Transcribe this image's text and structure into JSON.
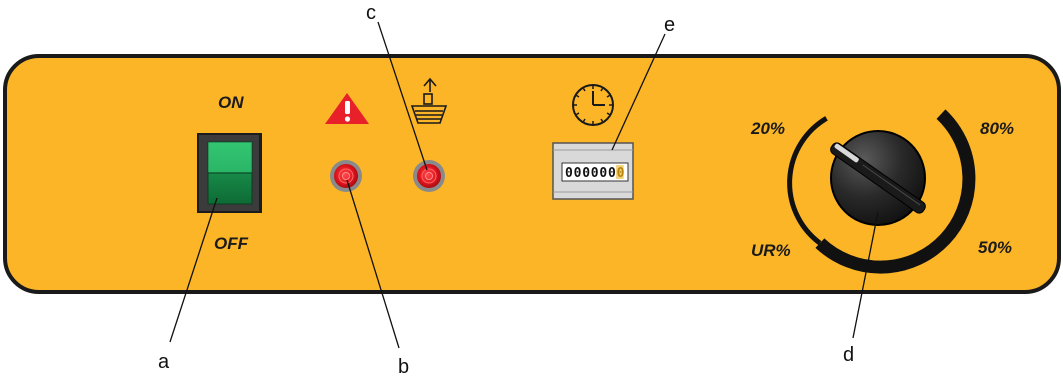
{
  "switch": {
    "on_label": "ON",
    "off_label": "OFF"
  },
  "humidity_dial": {
    "labels": {
      "low": "20%",
      "high": "80%",
      "mid": "50%",
      "unit": "UR%"
    }
  },
  "hour_counter": {
    "digits": [
      "0",
      "0",
      "0",
      "0",
      "0",
      "0",
      "0"
    ]
  },
  "callouts": {
    "a": "a",
    "b": "b",
    "c": "c",
    "d": "d",
    "e": "e"
  },
  "colors": {
    "panel": "#fbb527",
    "switch_green": "#1fa75a",
    "warning_red": "#e8202a",
    "indicator_red": "#e0141e",
    "knob": "#2a2a2a"
  },
  "icons": [
    "warning-triangle-icon",
    "tank-full-icon",
    "clock-icon"
  ]
}
